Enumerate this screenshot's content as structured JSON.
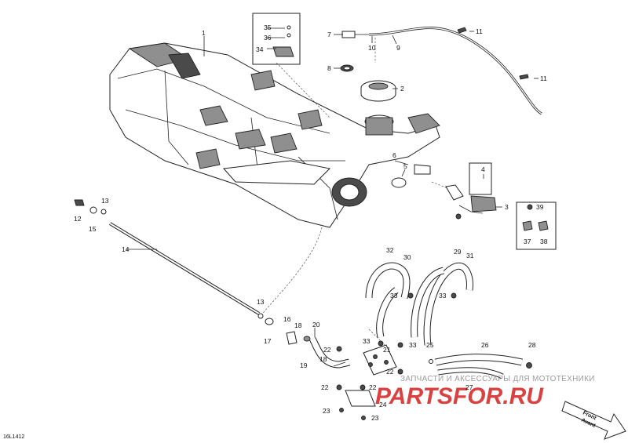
{
  "diagram": {
    "drawing_code": "16L1412",
    "front_arrow": {
      "line1": "Front",
      "line2": "Avant"
    },
    "watermark": {
      "caption": "ЗАПЧАСТИ И АКСЕССУАРЫ ДЛЯ МОТОТЕХНИКИ",
      "logo": "PARTSFOR.RU"
    },
    "callouts": [
      "1",
      "2",
      "3",
      "4",
      "5",
      "6",
      "7",
      "8",
      "9",
      "10",
      "11",
      "11",
      "12",
      "13",
      "13",
      "14",
      "15",
      "16",
      "17",
      "18",
      "18",
      "19",
      "20",
      "21",
      "22",
      "22",
      "22",
      "22",
      "23",
      "23",
      "24",
      "25",
      "26",
      "27",
      "28",
      "29",
      "30",
      "31",
      "32",
      "33",
      "33",
      "33",
      "33",
      "34",
      "35",
      "36",
      "37",
      "38",
      "39"
    ]
  }
}
